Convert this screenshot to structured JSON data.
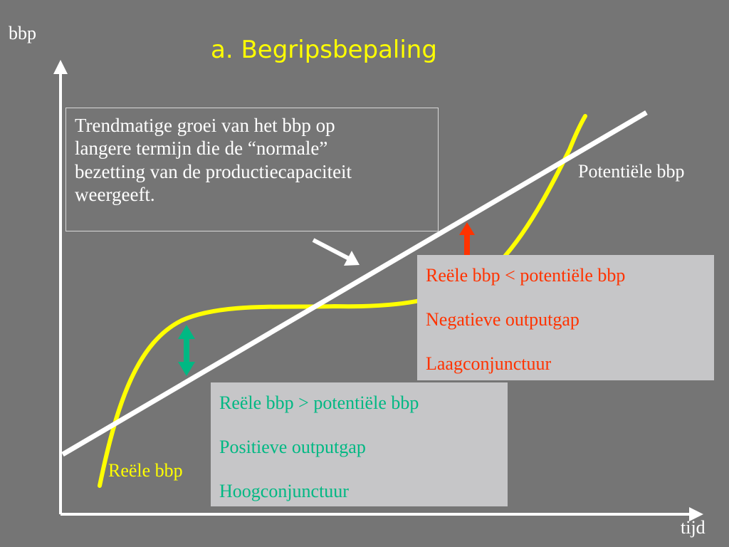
{
  "title": "a. Begripsbepaling",
  "axes": {
    "y_label": "bbp",
    "x_label": "tijd"
  },
  "definition_box": {
    "lines": [
      "Trendmatige groei van het bbp op",
      "langere termijn die de “normale”",
      "bezetting van de productiecapaciteit",
      "weergeeft."
    ]
  },
  "curves": {
    "potential": {
      "label": "Potentiële bbp",
      "color": "#ffffff"
    },
    "real": {
      "label": "Reële bbp",
      "color": "#ffff00"
    }
  },
  "negative_gap_box": {
    "line1": "Reële bbp < potentiële bbp",
    "line2": "Negatieve outputgap",
    "line3": "Laagconjunctuur",
    "text_color": "#ff3300",
    "arrow_color": "#ff3300"
  },
  "positive_gap_box": {
    "line1": "Reële bbp > potentiële bbp",
    "line2": "Positieve outputgap",
    "line3": "Hoogconjunctuur",
    "text_color": "#00b883",
    "arrow_color": "#00b883"
  },
  "colors": {
    "background": "#757575",
    "axis": "#ffffff",
    "title": "#ffff00",
    "box_fill": "#c6c6c8"
  }
}
